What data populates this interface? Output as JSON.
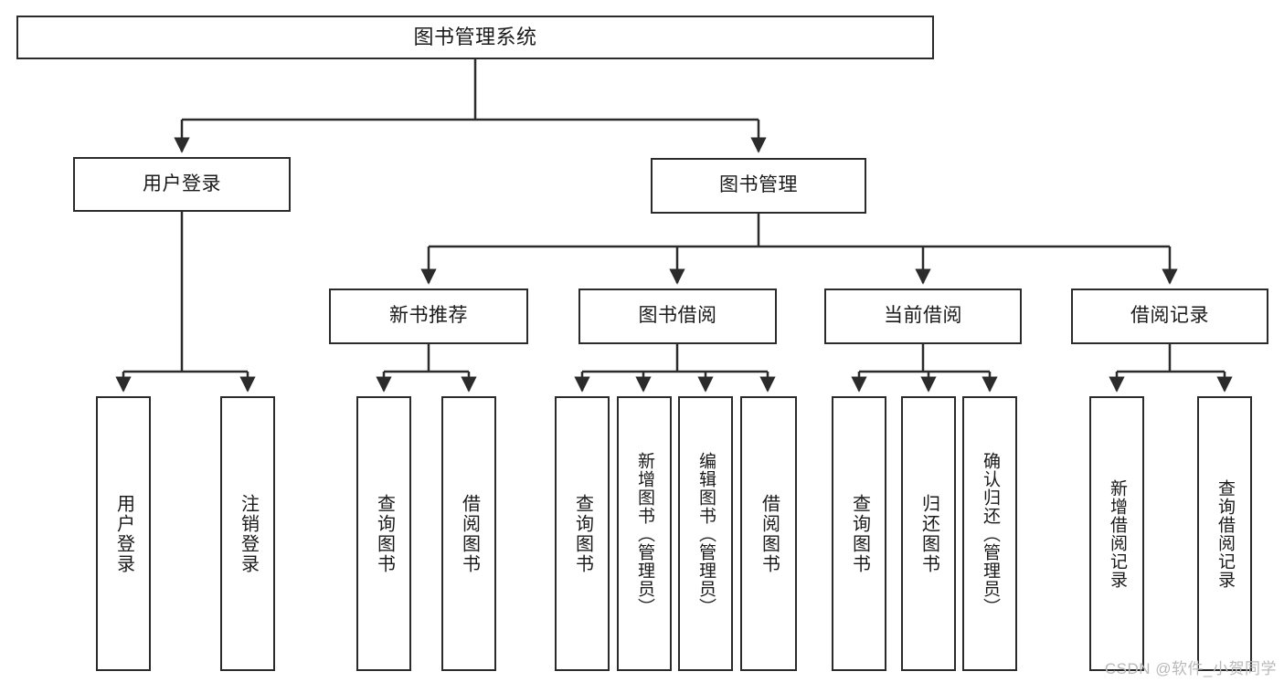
{
  "diagram": {
    "title": "图书管理系统",
    "type": "tree",
    "colors": {
      "stroke": "#2b2b2b",
      "fill": "#ffffff",
      "text": "#1a1a1a",
      "watermark": "#b9b9b9"
    },
    "watermark": "CSDN @软件_小贺同学"
  },
  "nodes": {
    "root": {
      "label": "图书管理系统"
    },
    "level1": [
      {
        "label": "用户登录"
      },
      {
        "label": "图书管理"
      }
    ],
    "level2": [
      {
        "label": "新书推荐"
      },
      {
        "label": "图书借阅"
      },
      {
        "label": "当前借阅"
      },
      {
        "label": "借阅记录"
      }
    ],
    "leaves": {
      "user_login": [
        {
          "label": "用户登录"
        },
        {
          "label": "注销登录"
        }
      ],
      "new_book": [
        {
          "label": "查询图书"
        },
        {
          "label": "借阅图书"
        }
      ],
      "book_borrow": [
        {
          "label": "查询图书"
        },
        {
          "label": "新增图书（管理员）"
        },
        {
          "label": "编辑图书（管理员）"
        },
        {
          "label": "借阅图书"
        }
      ],
      "current_borrow": [
        {
          "label": "查询图书"
        },
        {
          "label": "归还图书"
        },
        {
          "label": "确认归还（管理员）"
        }
      ],
      "borrow_record": [
        {
          "label": "新增借阅记录"
        },
        {
          "label": "查询借阅记录"
        }
      ]
    }
  }
}
